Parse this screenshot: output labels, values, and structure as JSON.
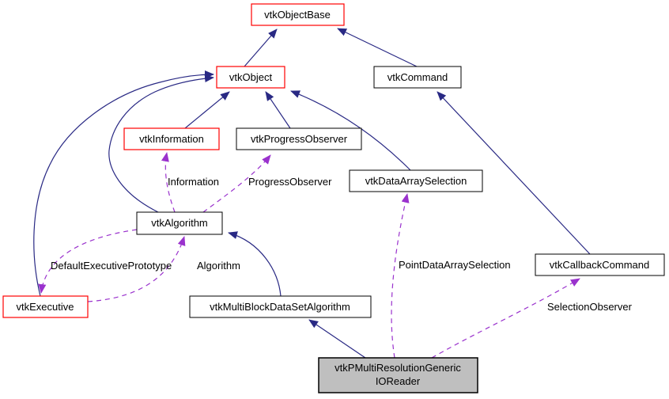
{
  "diagram": {
    "kind": "collaboration-graph",
    "colors": {
      "inheritance_edge": "#292984",
      "usage_edge": "#9a32cd",
      "documented_class_border": "#ff0000",
      "class_border": "#000000",
      "current_class_fill": "#bfbfbf",
      "background": "#ffffff"
    },
    "nodes": {
      "objectbase": {
        "label": "vtkObjectBase"
      },
      "object": {
        "label": "vtkObject"
      },
      "command": {
        "label": "vtkCommand"
      },
      "information": {
        "label": "vtkInformation"
      },
      "progressobserver": {
        "label": "vtkProgressObserver"
      },
      "dataarrayselection": {
        "label": "vtkDataArraySelection"
      },
      "algorithm": {
        "label": "vtkAlgorithm"
      },
      "executive": {
        "label": "vtkExecutive"
      },
      "multiblock": {
        "label": "vtkMultiBlockDataSetAlgorithm"
      },
      "callbackcommand": {
        "label": "vtkCallbackCommand"
      },
      "reader": {
        "line1": "vtkPMultiResolutionGeneric",
        "line2": "IOReader"
      }
    },
    "edge_labels": {
      "information": "Information",
      "progress_observer": "ProgressObserver",
      "default_executive_prototype": "DefaultExecutivePrototype",
      "algorithm": "Algorithm",
      "point_data_array_selection": "PointDataArraySelection",
      "selection_observer": "SelectionObserver"
    }
  }
}
